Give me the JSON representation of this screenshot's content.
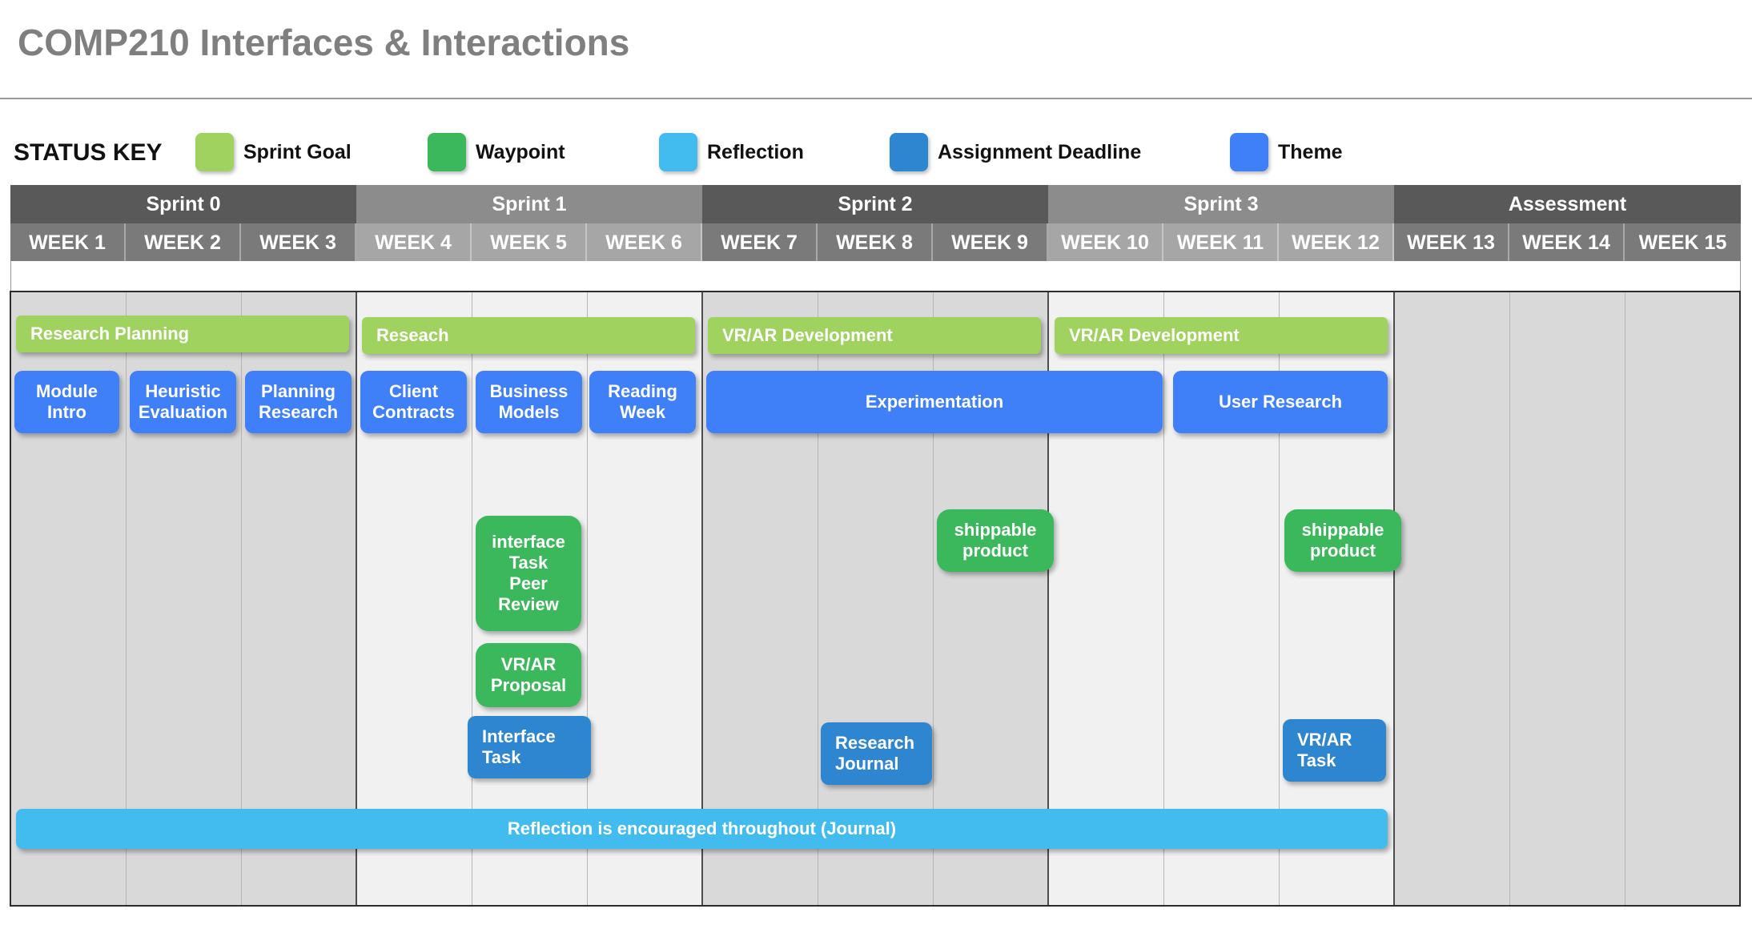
{
  "title": "COMP210 Interfaces & Interactions",
  "status_key": {
    "label": "STATUS KEY",
    "items": [
      {
        "label": "Sprint Goal",
        "color": "#9fd25f"
      },
      {
        "label": "Waypoint",
        "color": "#3cb85c"
      },
      {
        "label": "Reflection",
        "color": "#42bbef"
      },
      {
        "label": "Assignment Deadline",
        "color": "#2f86d0"
      },
      {
        "label": "Theme",
        "color": "#3f7ff8"
      }
    ]
  },
  "sprints": [
    "Sprint 0",
    "Sprint 1",
    "Sprint 2",
    "Sprint 3",
    "Assessment"
  ],
  "weeks": [
    "WEEK 1",
    "WEEK 2",
    "WEEK 3",
    "WEEK 4",
    "WEEK 5",
    "WEEK 6",
    "WEEK 7",
    "WEEK 8",
    "WEEK 9",
    "WEEK 10",
    "WEEK 11",
    "WEEK 12",
    "WEEK 13",
    "WEEK 14",
    "WEEK 15"
  ],
  "sprint_goals": [
    "Research Planning",
    "Reseach",
    "VR/AR Development",
    "VR/AR Development"
  ],
  "themes": [
    "Module\nIntro",
    "Heuristic\nEvaluation",
    "Planning\nResearch",
    "Client\nContracts",
    "Business\nModels",
    "Reading\nWeek",
    "Experimentation",
    "User Research"
  ],
  "waypoints": [
    "interface\nTask\nPeer\nReview",
    "VR/AR\nProposal",
    "shippable\nproduct",
    "shippable\nproduct"
  ],
  "deadlines": [
    "Interface\nTask",
    "Research\nJournal",
    "VR/AR\nTask"
  ],
  "reflection": "Reflection is encouraged throughout (Journal)",
  "colors": {
    "sprint_goal": "#9fd25f",
    "waypoint": "#3cb85c",
    "reflection": "#42bbef",
    "assignment_deadline": "#2f86d0",
    "theme": "#3f7ff8",
    "header_dark": "#595959",
    "header_light": "#8c8c8c"
  }
}
